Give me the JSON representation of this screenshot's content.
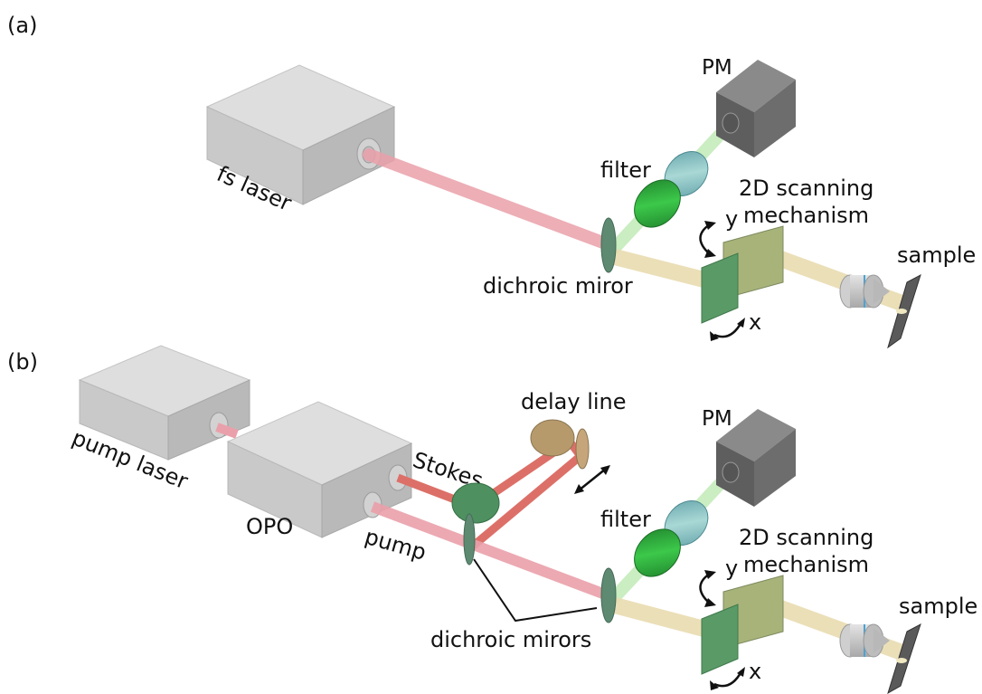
{
  "panel_a": {
    "tag": "(a)",
    "laser": "fs laser",
    "pm": "PM",
    "filter": "filter",
    "scan_line1": "2D scanning",
    "scan_line2": "mechanism",
    "y_axis": "y",
    "x_axis": "x",
    "mirror": "dichroic miror",
    "sample": "sample"
  },
  "panel_b": {
    "tag": "(b)",
    "pump_laser": "pump laser",
    "opo": "OPO",
    "stokes": "Stokes",
    "pump": "pump",
    "delay": "delay line",
    "pm": "PM",
    "filter": "filter",
    "scan_line1": "2D scanning",
    "scan_line2": "mechanism",
    "y_axis": "y",
    "x_axis": "x",
    "mirrors": "dichroic mirors",
    "sample": "sample"
  },
  "colors": {
    "laser_box_front": "#c8c8c8",
    "laser_box_top": "#dcdcdc",
    "pm_box": "#6e6e6e",
    "pump_beam": "#e8a0a8",
    "stokes_beam": "#d86a5e",
    "signal_beam": "#a8e0a0",
    "scan_beam": "#e8d8a8",
    "filter_green": "#28a838",
    "mirror_green": "#5a8a70"
  }
}
